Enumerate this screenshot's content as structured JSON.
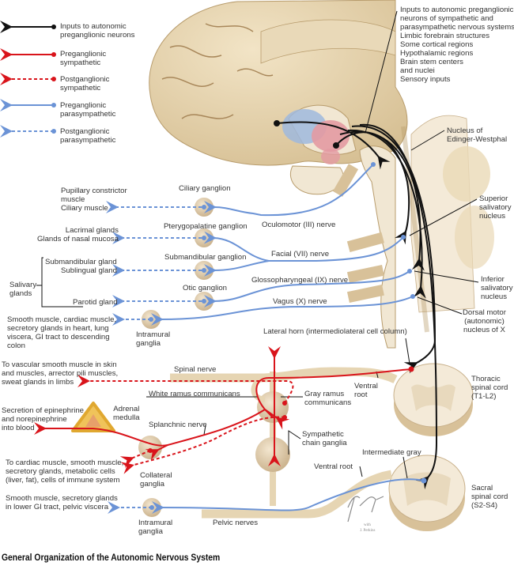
{
  "title": "General Organization of the Autonomic Nervous System",
  "colors": {
    "inputs": "#111111",
    "sympathetic": "#d9141b",
    "parasympathetic": "#6b93d6",
    "tissue": "#e8d7b8"
  },
  "legend": [
    {
      "label": "Inputs to autonomic\npreganglionic neurons",
      "color": "#111111",
      "style": "solid"
    },
    {
      "label": "Preganglionic\nsympathetic",
      "color": "#d9141b",
      "style": "solid"
    },
    {
      "label": "Postganglionic\nsympathetic",
      "color": "#d9141b",
      "style": "dashed"
    },
    {
      "label": "Preganglionic\nparasympathetic",
      "color": "#6b93d6",
      "style": "solid"
    },
    {
      "label": "Postganglionic\nparasympathetic",
      "color": "#6b93d6",
      "style": "dashed"
    }
  ],
  "inputs_note": "Inputs to autonomic preganglionic\nneurons of sympathetic and\nparasympathetic nervous systems:\nLimbic forebrain structures\nSome cortical regions\nHypothalamic regions\nBrain stem centers\nand nuclei\nSensory inputs",
  "labels": {
    "edinger": "Nucleus of\nEdinger-Westphal",
    "ciliary_ganglion": "Ciliary ganglion",
    "pupillary": "Pupillary constrictor\nmuscle\nCiliary muscle",
    "pterygo_ganglion": "Pterygopalatine ganglion",
    "lacrimal": "Lacrimal glands\nGlands of nasal mucosa",
    "submand_ganglion": "Submandibular ganglion",
    "submand_gland": "Submandibular gland",
    "sublingual": "Sublingual gland",
    "salivary": "Salivary\nglands",
    "otic_ganglion": "Otic ganglion",
    "parotid": "Parotid gland",
    "smooth_heart": "Smooth muscle, cardiac muscle,\nsecretory glands in heart, lung\nviscera, GI tract to descending\ncolon",
    "intramural1": "Intramural\nganglia",
    "oculomotor": "Oculomotor (III) nerve",
    "facial": "Facial (VII) nerve",
    "glosso": "Glossopharyngeal (IX) nerve",
    "vagus": "Vagus (X) nerve",
    "superior_sal": "Superior\nsalivatory\nnucleus",
    "inferior_sal": "Inferior\nsalivatory\nnucleus",
    "dorsal_motor": "Dorsal motor\n(autonomic)\nnucleus of X",
    "lateral_horn": "Lateral horn (intermediolateral cell column)",
    "vascular": "To vascular smooth muscle in skin\nand muscles, arrector pili muscles,\nsweat glands in limbs",
    "spinal_nerve": "Spinal nerve",
    "white_ramus": "White ramus communicans",
    "gray_ramus": "Gray ramus\ncommunicans",
    "secretion": "Secretion of epinephrine\nand norepinephrine\ninto blood",
    "adrenal": "Adrenal\nmedulla",
    "splanchnic": "Splanchnic nerve",
    "symp_chain": "Sympathetic\nchain ganglia",
    "ventral_root1": "Ventral\nroot",
    "thoracic": "Thoracic\nspinal cord\n(T1-L2)",
    "cardiac": "To cardiac muscle, smooth muscle,\nsecretory glands, metabolic cells\n(liver, fat), cells of immune system",
    "collateral": "Collateral\nganglia",
    "intermediate_gray": "Intermediate gray",
    "ventral_root2": "Ventral root",
    "sacral": "Sacral\nspinal cord\n(S2-S4)",
    "pelvic_targets": "Smooth muscle, secretory glands\nin lower GI tract, pelvic viscera",
    "intramural2": "Intramural\nganglia",
    "pelvic_nerves": "Pelvic nerves"
  },
  "signature": "F. Netter M.D. with J. Perkins MS, MFA"
}
